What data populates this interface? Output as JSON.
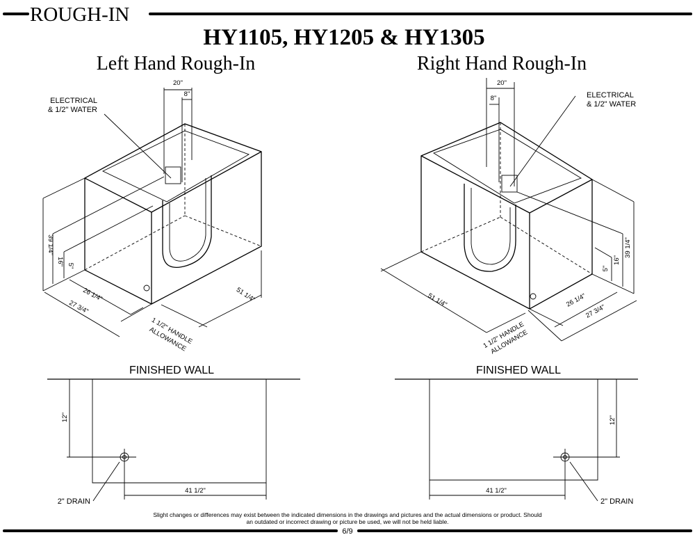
{
  "header": {
    "section_label": "ROUGH-IN",
    "title": "HY1105, HY1205 & HY1305"
  },
  "left": {
    "heading": "Left Hand Rough-In",
    "electrical_label_line1": "ELECTRICAL",
    "electrical_label_line2": "& 1/2\" WATER",
    "dim_top_width": "20\"",
    "dim_top_offset": "8\"",
    "dim_height_total": "39 1/4\"",
    "dim_height_mid": "16\"",
    "dim_height_low": "5\"",
    "dim_depth_inner": "26 1/4\"",
    "dim_depth_outer": "27 3/4\"",
    "dim_length": "51 1/4\"",
    "handle_line1": "1 1/2\" HANDLE",
    "handle_line2": "ALLOWANCE",
    "finished_wall": "FINISHED WALL",
    "dim_drain_from_wall": "12\"",
    "dim_drain_width": "41 1/2\"",
    "drain_label": "2\" DRAIN"
  },
  "right": {
    "heading": "Right Hand Rough-In",
    "electrical_label_line1": "ELECTRICAL",
    "electrical_label_line2": "& 1/2\" WATER",
    "dim_top_width": "20\"",
    "dim_top_offset": "8\"",
    "dim_height_total": "39 1/4\"",
    "dim_height_mid": "16\"",
    "dim_height_low": "5\"",
    "dim_depth_inner": "26 1/4\"",
    "dim_depth_outer": "27 3/4\"",
    "dim_length": "51 1/4\"",
    "handle_line1": "1 1/2\" HANDLE",
    "handle_line2": "ALLOWANCE",
    "finished_wall": "FINISHED WALL",
    "dim_drain_from_wall": "12\"",
    "dim_drain_width": "41 1/2\"",
    "drain_label": "2\" DRAIN"
  },
  "footer": {
    "disclaimer_line1": "Slight changes or differences may exist between the indicated dimensions in the drawings and pictures and the actual dimensions or product. Should",
    "disclaimer_line2": "an outdated or incorrect drawing or picture be used, we will not be held liable.",
    "page_number": "6/9"
  }
}
